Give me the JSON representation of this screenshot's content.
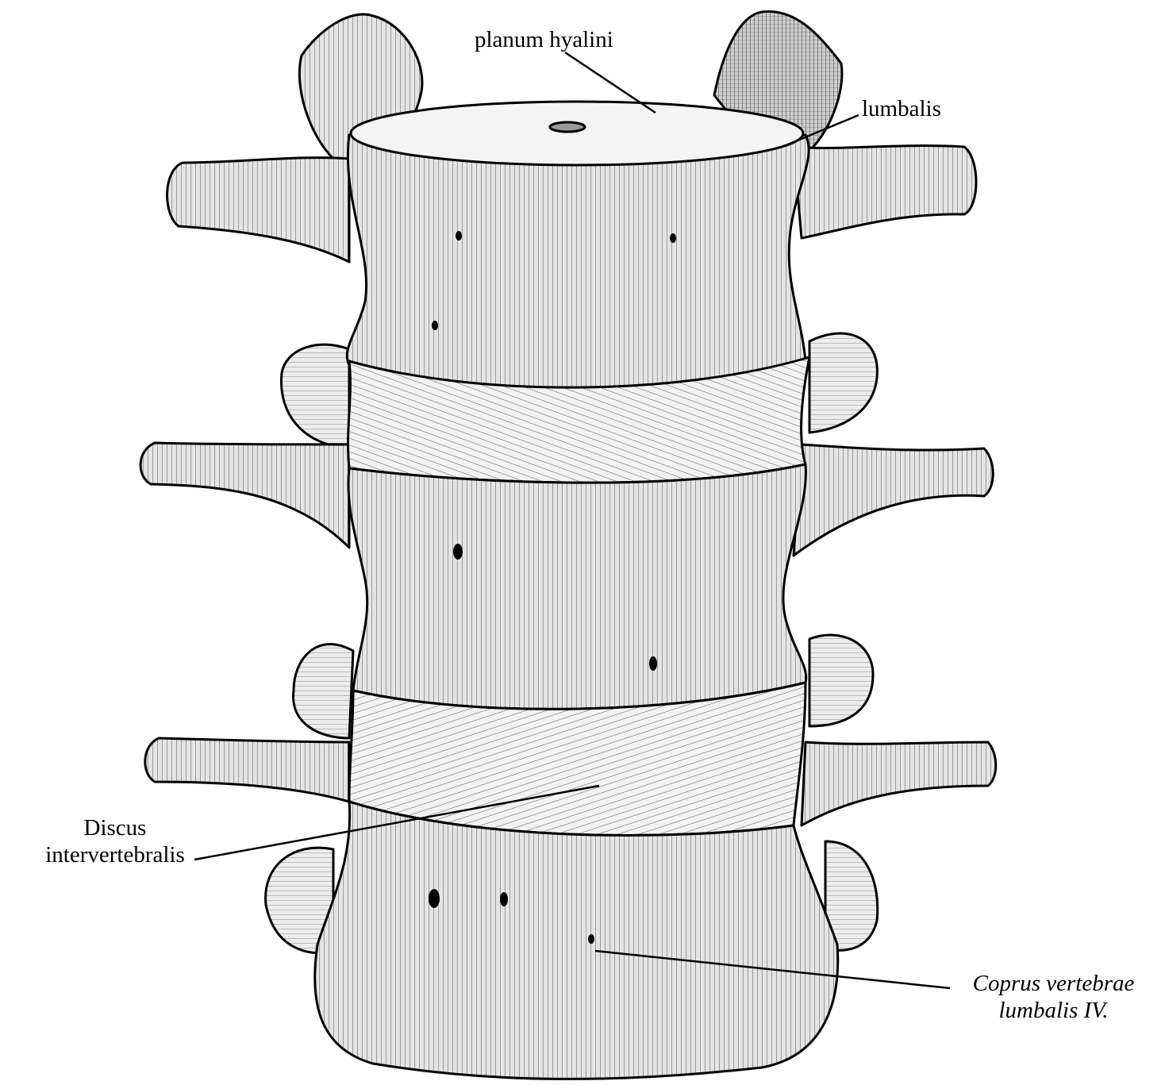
{
  "figure": {
    "labels": {
      "planum": "planum hyalini",
      "lumbalis": "lumbalis",
      "discus_line1": "Discus",
      "discus_line2": "intervertebralis",
      "corpus_line1": "Coprus vertebrae",
      "corpus_line2": "lumbalis IV."
    },
    "colors": {
      "ink": "#000000",
      "bone": "#d8d8d8",
      "background": "#ffffff"
    }
  }
}
